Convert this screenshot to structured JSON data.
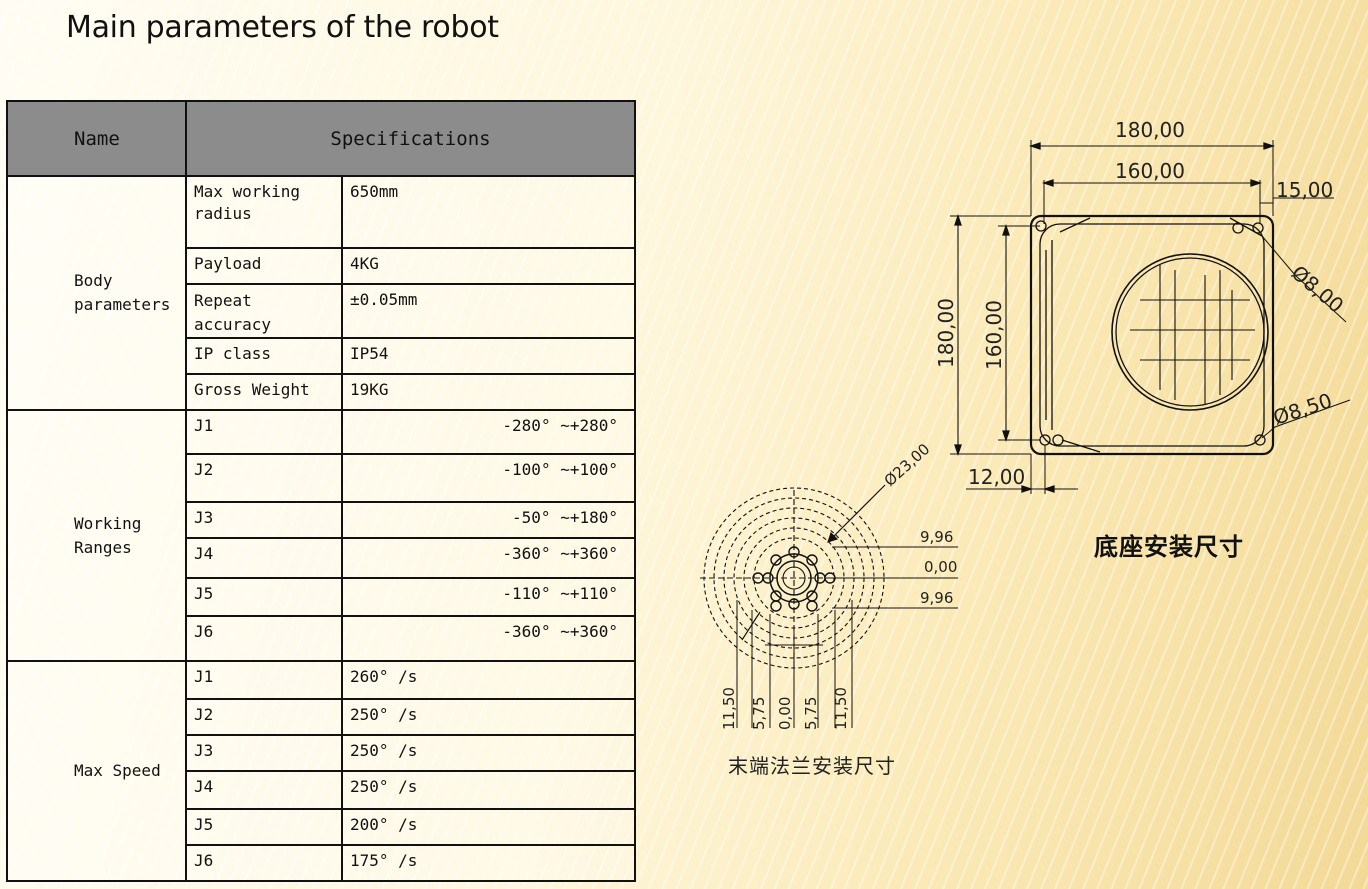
{
  "title": "Main parameters of the robot",
  "table": {
    "header": {
      "name": "Name",
      "specifications": "Specifications"
    },
    "body": {
      "group": "Body parameters",
      "rows": [
        {
          "label": "Max working radius",
          "value": "650mm"
        },
        {
          "label": "Payload",
          "value": "4KG"
        },
        {
          "label": "Repeat accuracy",
          "value": "±0.05mm"
        },
        {
          "label": "IP class",
          "value": "IP54"
        },
        {
          "label": "Gross Weight",
          "value": "19KG"
        }
      ]
    },
    "ranges": {
      "group": "Working Ranges",
      "rows": [
        {
          "label": "J1",
          "value": "-280° ~+280°"
        },
        {
          "label": "J2",
          "value": "-100° ~+100°"
        },
        {
          "label": "J3",
          "value": "-50° ~+180°"
        },
        {
          "label": "J4",
          "value": "-360° ~+360°"
        },
        {
          "label": "J5",
          "value": "-110° ~+110°"
        },
        {
          "label": "J6",
          "value": "-360° ~+360°"
        }
      ]
    },
    "speed": {
      "group": "Max Speed",
      "rows": [
        {
          "label": "J1",
          "value": "260° /s"
        },
        {
          "label": "J2",
          "value": "250° /s"
        },
        {
          "label": "J3",
          "value": "250° /s"
        },
        {
          "label": "J4",
          "value": "250° /s"
        },
        {
          "label": "J5",
          "value": "200° /s"
        },
        {
          "label": "J6",
          "value": "175° /s"
        }
      ]
    }
  },
  "drawing": {
    "base": {
      "dims": {
        "width_outer": "180,00",
        "width_inner": "160,00",
        "offset": "15,00",
        "height_outer": "180,00",
        "height_inner": "160,00",
        "hole_top": "Ø8,00",
        "hole_bottom": "Ø8,50",
        "bottom_offset": "12,00"
      },
      "caption": "底座安装尺寸"
    },
    "flange": {
      "diameter": "Ø23,00",
      "right_dims": [
        "9,96",
        "0,00",
        "9,96"
      ],
      "bottom_dims": [
        "11,50",
        "5,75",
        "0,00",
        "5,75",
        "11,50"
      ],
      "caption": "末端法兰安装尺寸"
    }
  }
}
